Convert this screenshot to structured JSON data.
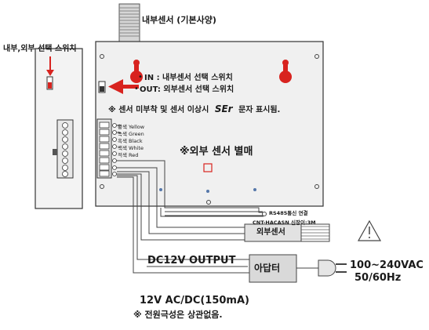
{
  "title": "",
  "labels": {
    "internal_sensor": "내부센서 (기본사양)",
    "switch_select": "내부,외부 선택 스위치",
    "in_line": "IN : 내부센서 선택 스위치",
    "out_line": "OUT: 외부센서 선택 스위치",
    "error_note": "※ 센서 미부착 및 센서 이상시",
    "error_code": "SEr",
    "error_note_tail": "문자 표시됨.",
    "external_sensor_sold": "※외부 센서 별매",
    "rs485": "RS485통신 연결",
    "sensor_cable": "CNT-HACASN 신장이:3M",
    "external_sensor": "외부센서",
    "dc_output": "DC12V OUTPUT",
    "adapter": "아답터",
    "ac_input_1": "100~240VAC",
    "ac_input_2": "50/60Hz",
    "power_spec": "12V AC/DC(150mA)",
    "power_note": "※ 전원극성은 상관없음."
  },
  "wires": [
    {
      "ko": "황색",
      "en": "Yellow"
    },
    {
      "ko": "녹색",
      "en": "Green"
    },
    {
      "ko": "흑색",
      "en": "Black"
    },
    {
      "ko": "백색",
      "en": "White"
    },
    {
      "ko": "적색",
      "en": "Red"
    }
  ],
  "colors": {
    "accent": "#d8231f",
    "line": "#333333",
    "fill": "#f0f0f0"
  }
}
